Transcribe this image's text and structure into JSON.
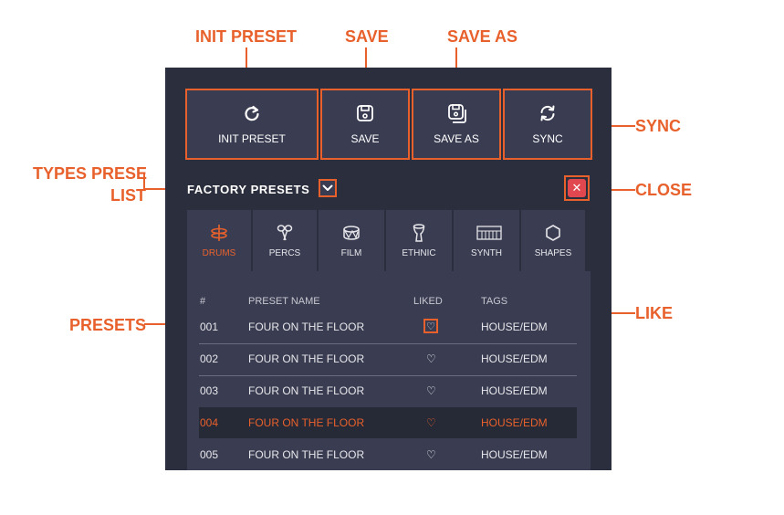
{
  "callouts": {
    "init_preset": "INIT PRESET",
    "save": "SAVE",
    "save_as": "SAVE AS",
    "sync": "SYNC",
    "types_line1": "TYPES PRESE",
    "types_line2": "LIST",
    "close": "CLOSE",
    "presets": "PRESETS",
    "like": "LIKE"
  },
  "toolbar": {
    "init_label": "INIT PRESET",
    "save_label": "SAVE",
    "save_as_label": "SAVE AS",
    "sync_label": "SYNC"
  },
  "header": {
    "title": "FACTORY PRESETS"
  },
  "close_glyph": "✕",
  "tabs": [
    {
      "label": "DRUMS",
      "icon": "cymbal-icon"
    },
    {
      "label": "PERCS",
      "icon": "maracas-icon"
    },
    {
      "label": "FILM",
      "icon": "drum-icon"
    },
    {
      "label": "ETHNIC",
      "icon": "djembe-icon"
    },
    {
      "label": "SYNTH",
      "icon": "keyboard-icon"
    },
    {
      "label": "SHAPES",
      "icon": "hexagon-icon"
    }
  ],
  "columns": {
    "num": "#",
    "name": "PRESET NAME",
    "liked": "LIKED",
    "tags": "TAGS"
  },
  "rows": [
    {
      "num": "001",
      "name": "FOUR ON THE FLOOR",
      "tags": "HOUSE/EDM"
    },
    {
      "num": "002",
      "name": "FOUR ON THE FLOOR",
      "tags": "HOUSE/EDM"
    },
    {
      "num": "003",
      "name": "FOUR ON THE FLOOR",
      "tags": "HOUSE/EDM"
    },
    {
      "num": "004",
      "name": "FOUR ON THE FLOOR",
      "tags": "HOUSE/EDM"
    },
    {
      "num": "005",
      "name": "FOUR ON THE FLOOR",
      "tags": "HOUSE/EDM"
    }
  ],
  "heart_glyph": "♡",
  "colors": {
    "accent": "#e8612c",
    "panel": "#2b2e3c",
    "button": "#3a3d52",
    "close": "#e0474f"
  }
}
